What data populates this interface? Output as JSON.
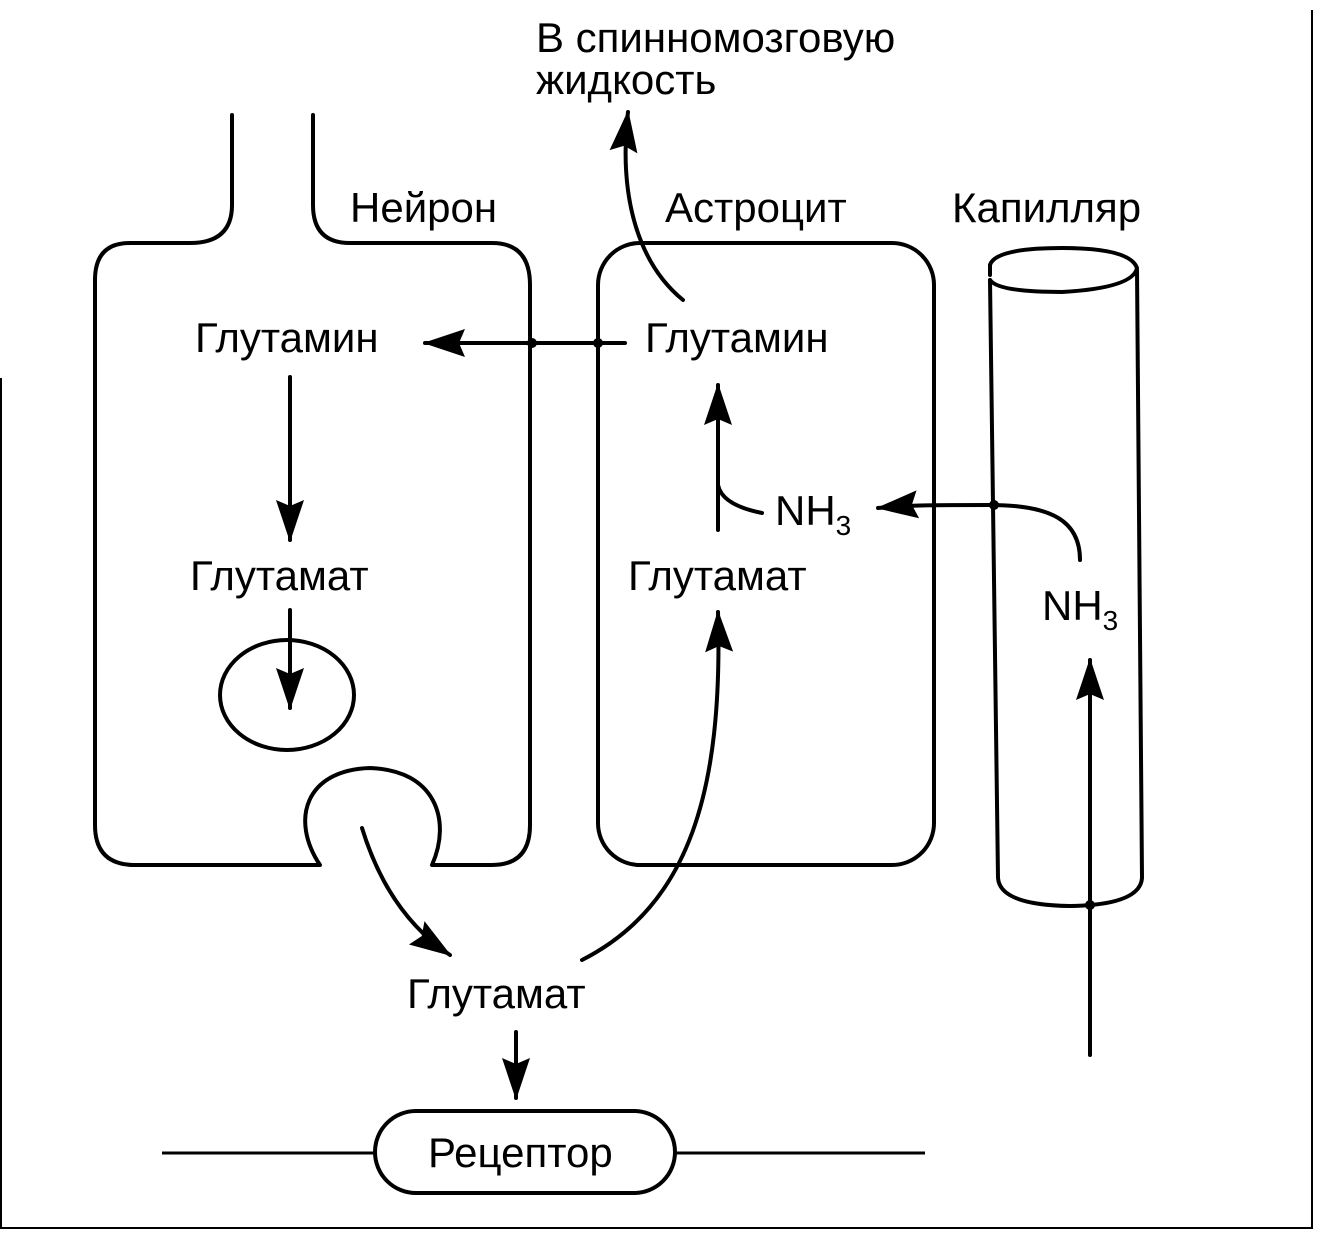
{
  "labels": {
    "csf_line1": "В спинномозговую",
    "csf_line2": "жидкость",
    "neuron": "Нейрон",
    "astrocyte": "Астроцит",
    "capillary": "Капилляр",
    "neuron_glutamine": "Глутамин",
    "neuron_glutamate": "Глутамат",
    "astro_glutamine": "Глутамин",
    "astro_glutamate": "Глутамат",
    "astro_nh3_main": "NH",
    "astro_nh3_sub": "3",
    "capillary_nh3_main": "NH",
    "capillary_nh3_sub": "3",
    "synaptic_glutamate": "Глутамат",
    "receptor": "Рецептор"
  }
}
